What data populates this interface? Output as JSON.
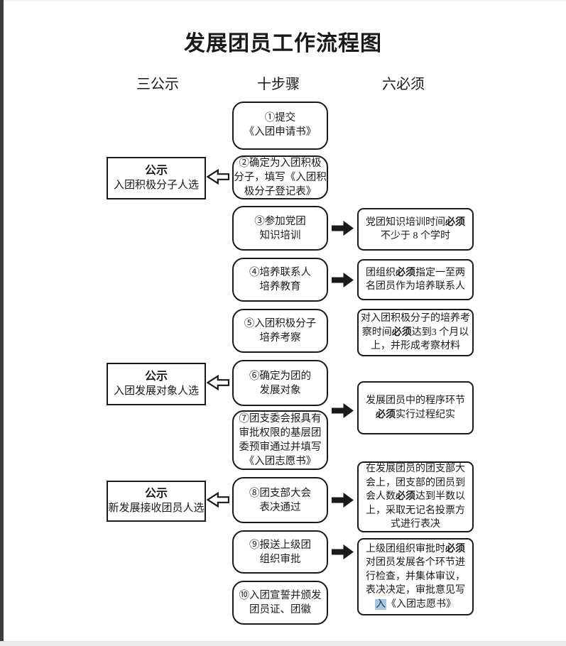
{
  "title": "发展团员工作流程图",
  "columns": {
    "publicity": "三公示",
    "steps": "十步骤",
    "musts": "六必须"
  },
  "steps": [
    {
      "lines": [
        "①提交",
        "《入团申请书》"
      ]
    },
    {
      "lines": [
        "②确定为入团积极",
        "分子，填写《入团积",
        "极分子登记表》"
      ]
    },
    {
      "lines": [
        "③参加党团",
        "知识培训"
      ]
    },
    {
      "lines": [
        "④培养联系人",
        "培养教育"
      ]
    },
    {
      "lines": [
        "⑤入团积极分子",
        "培养考察"
      ]
    },
    {
      "lines": [
        "⑥确定为团的",
        "发展对象"
      ]
    },
    {
      "lines": [
        "⑦团支委会报具有",
        "审批权限的基层团",
        "委预审通过并填写",
        "《入团志愿书》"
      ]
    },
    {
      "lines": [
        "⑧团支部大会",
        "表决通过"
      ]
    },
    {
      "lines": [
        "⑨报送上级团",
        "组织审批"
      ]
    },
    {
      "lines": [
        "⑩入团宣誓并颁发",
        "团员证、团徽"
      ]
    }
  ],
  "notices": [
    {
      "title": "公示",
      "subtitle": "入团积极分子人选"
    },
    {
      "title": "公示",
      "subtitle": "入团发展对象人选"
    },
    {
      "title": "公示",
      "subtitle": "新发展接收团员人选"
    }
  ],
  "requirements": [
    {
      "lines": [
        {
          "segs": [
            {
              "t": "党团知识培训时间"
            },
            {
              "t": "必须",
              "bold": true
            }
          ]
        },
        {
          "segs": [
            {
              "t": "不少于 8 个学时"
            }
          ]
        }
      ]
    },
    {
      "lines": [
        {
          "segs": [
            {
              "t": "团组织"
            },
            {
              "t": "必须",
              "bold": true
            },
            {
              "t": "指定一至两"
            }
          ]
        },
        {
          "segs": [
            {
              "t": "名团员作为培养联系人"
            }
          ]
        }
      ]
    },
    {
      "lines": [
        {
          "segs": [
            {
              "t": "对入团积极分子的培养考"
            }
          ]
        },
        {
          "segs": [
            {
              "t": "察时间"
            },
            {
              "t": "必须",
              "bold": true
            },
            {
              "t": "达到3 个月以"
            }
          ]
        },
        {
          "segs": [
            {
              "t": "上，并形成考察材料"
            }
          ]
        }
      ]
    },
    {
      "lines": [
        {
          "segs": [
            {
              "t": "发展团员中的程序环节"
            }
          ]
        },
        {
          "segs": [
            {
              "t": "必须",
              "bold": true
            },
            {
              "t": "实行过程纪实"
            }
          ]
        }
      ]
    },
    {
      "lines": [
        {
          "segs": [
            {
              "t": "在发展团员的团支部大"
            }
          ]
        },
        {
          "segs": [
            {
              "t": "会上，团支部的团员到"
            }
          ]
        },
        {
          "segs": [
            {
              "t": "会人数"
            },
            {
              "t": "必须",
              "bold": true
            },
            {
              "t": "达到半数以"
            }
          ]
        },
        {
          "segs": [
            {
              "t": "上，采取无记名投票方"
            }
          ]
        },
        {
          "segs": [
            {
              "t": "式进行表决"
            }
          ]
        }
      ]
    },
    {
      "lines": [
        {
          "segs": [
            {
              "t": "上级团组织审批时"
            },
            {
              "t": "必须",
              "bold": true
            }
          ]
        },
        {
          "segs": [
            {
              "t": "对团员发展各个环节进"
            }
          ]
        },
        {
          "segs": [
            {
              "t": "行检查，并集体审议，"
            }
          ]
        },
        {
          "segs": [
            {
              "t": "表决决定，审批意见写"
            }
          ]
        },
        {
          "segs": [
            {
              "t": "入",
              "highlight": true
            },
            {
              "t": "《入团志愿书》"
            }
          ]
        }
      ]
    }
  ],
  "highlight_colors": {
    "background": "#a9c6e0",
    "text": "#17365d"
  },
  "arrows": [
    {
      "type": "hollow-left",
      "from": "step-2",
      "to": "notice-1"
    },
    {
      "type": "hollow-left",
      "from": "step-6",
      "to": "notice-2"
    },
    {
      "type": "hollow-left",
      "from": "step-8",
      "to": "notice-3"
    },
    {
      "type": "solid-right",
      "from": "step-3",
      "to": "requirement-1"
    },
    {
      "type": "solid-right",
      "from": "step-4",
      "to": "requirement-2"
    },
    {
      "type": "solid-right",
      "from": "steps-6-7",
      "to": "requirement-4"
    },
    {
      "type": "solid-right",
      "from": "step-8",
      "to": "requirement-5"
    },
    {
      "type": "solid-right",
      "from": "step-9",
      "to": "requirement-6"
    }
  ]
}
